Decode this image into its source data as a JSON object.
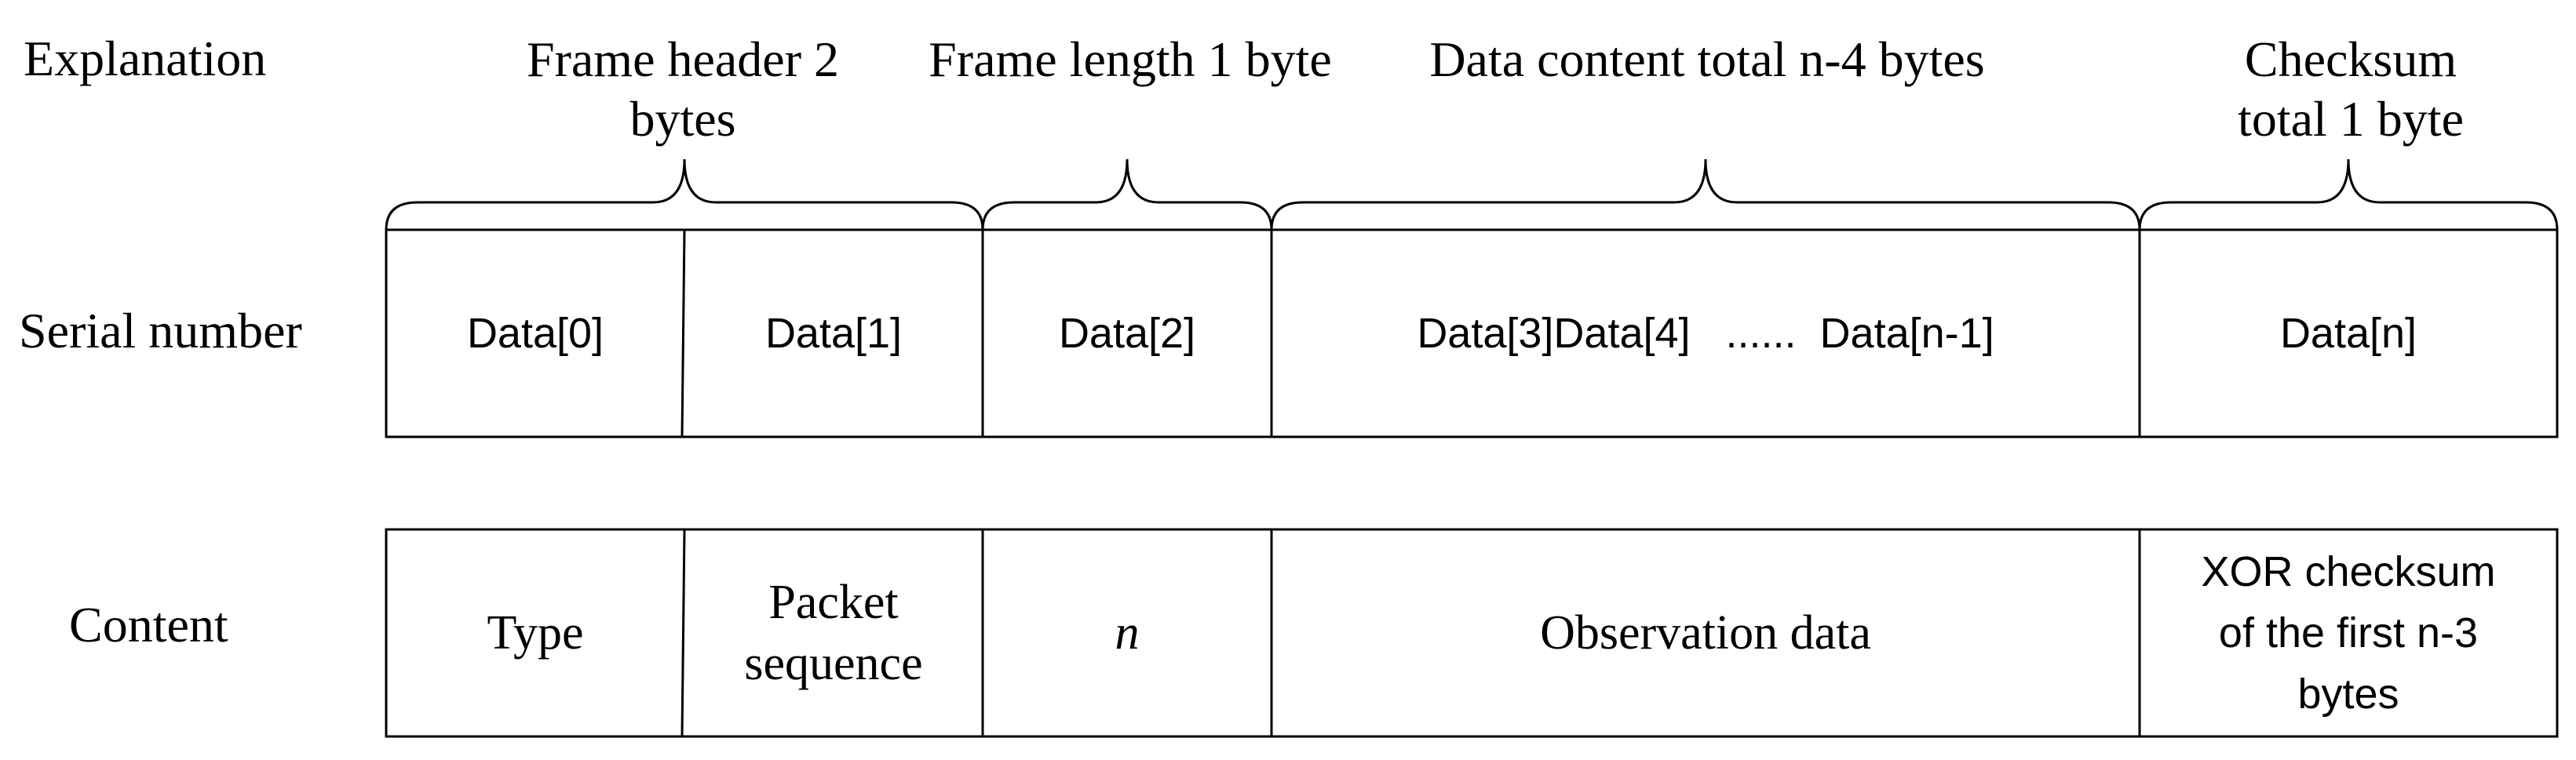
{
  "row_labels": {
    "explanation": "Explanation",
    "serial_number": "Serial number",
    "content": "Content"
  },
  "explanations": {
    "frame_header": "Frame header 2 bytes",
    "frame_length": "Frame length 1 byte",
    "data_content": "Data content total n-4 bytes",
    "checksum": "Checksum total 1 byte"
  },
  "serial_cells": {
    "data0": "Data[0]",
    "data1": "Data[1]",
    "data2": "Data[2]",
    "data3_to_n1": "Data[3]Data[4]   ......  Data[n-1]",
    "datan": "Data[n]"
  },
  "content_cells": {
    "type": "Type",
    "packet_sequence": "Packet sequence",
    "n": "n",
    "observation_data": "Observation data",
    "xor_checksum": "XOR checksum of the first n-3 bytes"
  }
}
